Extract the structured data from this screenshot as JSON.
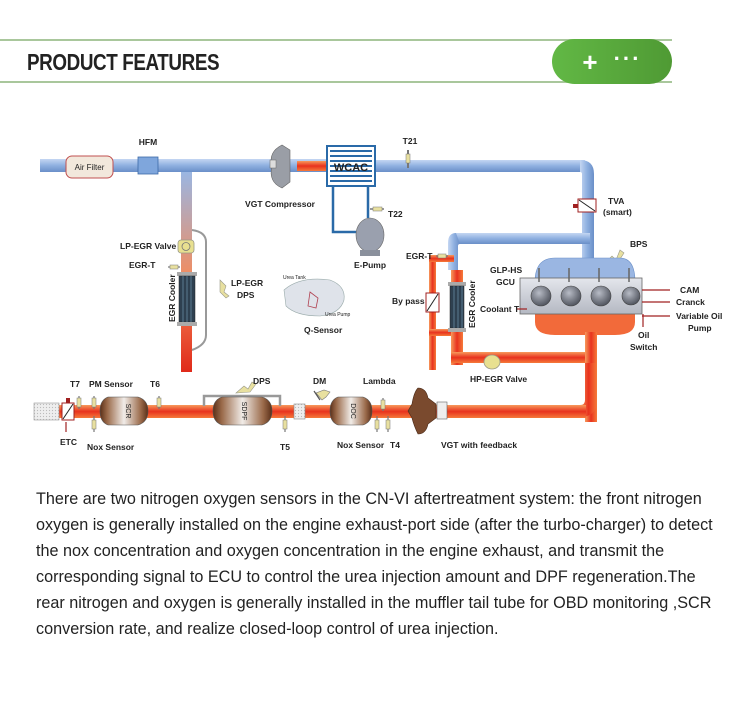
{
  "header": {
    "title": "PRODUCT FEATURES",
    "pill_plus": "+",
    "pill_more": "···",
    "accent_color": "#5aae3e",
    "rule_color": "#a9c79c"
  },
  "diagram": {
    "labels": {
      "air_filter": "Air Filter",
      "hfm": "HFM",
      "vgt_compressor": "VGT Compressor",
      "wcac": "WCAC",
      "t21": "T21",
      "t22": "T22",
      "e_pump": "E-Pump",
      "tva_line1": "TVA",
      "tva_line2": "(smart)",
      "bps": "BPS",
      "lp_egr_valve": "LP-EGR Valve",
      "egr_t_left": "EGR-T",
      "egr_cooler_left": "EGR Cooler",
      "lp_egr_dps_line1": "LP-EGR",
      "lp_egr_dps_line2": "DPS",
      "urea_tank": "Urea Tank",
      "urea_pump": "Urea Pump",
      "q_sensor": "Q-Sensor",
      "egr_t_right": "EGR-T",
      "glp_hs": "GLP-HS",
      "gcu": "GCU",
      "by_pass": "By pass",
      "egr_cooler_right": "EGR Cooler",
      "coolant_t": "Coolant T",
      "cam": "CAM",
      "cranck": "Cranck",
      "variable_oil_line1": "Variable Oil",
      "variable_oil_line2": "Pump",
      "oil_switch_line1": "Oil",
      "oil_switch_line2": "Switch",
      "hp_egr_valve": "HP-EGR Valve",
      "t7": "T7",
      "pm_sensor": "PM Sensor",
      "t6": "T6",
      "dps": "DPS",
      "dm": "DM",
      "lambda": "Lambda",
      "scr": "SCR",
      "sdpf": "SDPF",
      "doc": "DOC",
      "etc": "ETC",
      "nox_sensor_left": "Nox Sensor",
      "t5": "T5",
      "nox_sensor_right": "Nox Sensor",
      "t4": "T4",
      "vgt_feedback": "VGT with feedback"
    },
    "colors": {
      "intake_pipe": "#8fb0e0",
      "exhaust_pipe": "#f0502a",
      "catalyst": "#7a4a2e",
      "engine_block": "#c9ccd4"
    }
  },
  "description": "There are two nitrogen oxygen sensors in the CN-VI aftertreatment system: the front nitrogen oxygen is generally installed on the engine exhaust-port side (after the turbo-charger) to detect the nox concentration and oxygen concentration in the engine exhaust, and transmit the corresponding signal to ECU to control the urea injection amount and DPF regeneration.The rear nitrogen and oxygen is generally installed in the muffler tail tube for OBD monitoring ,SCR conversion rate, and realize closed-loop control of urea injection."
}
